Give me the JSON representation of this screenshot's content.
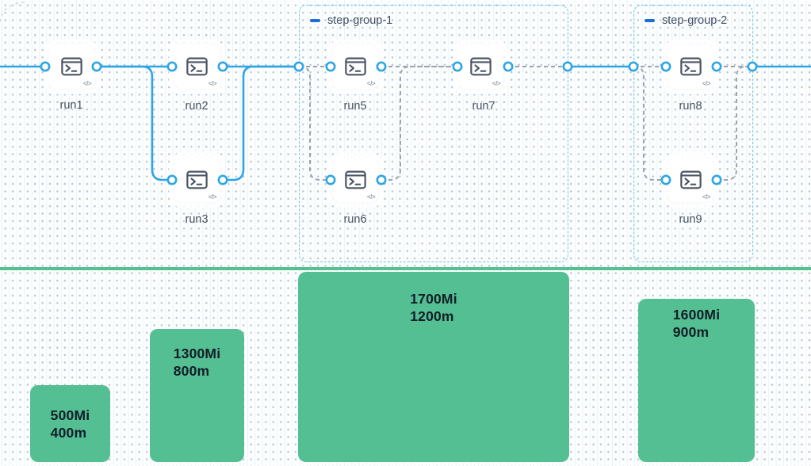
{
  "pipeline": {
    "nodes": [
      {
        "id": "run1",
        "label": "run1"
      },
      {
        "id": "run2",
        "label": "run2"
      },
      {
        "id": "run3",
        "label": "run3"
      },
      {
        "id": "run5",
        "label": "run5"
      },
      {
        "id": "run6",
        "label": "run6"
      },
      {
        "id": "run7",
        "label": "run7"
      },
      {
        "id": "run8",
        "label": "run8"
      },
      {
        "id": "run9",
        "label": "run9"
      }
    ],
    "groups": [
      {
        "label": "step-group-1"
      },
      {
        "label": "step-group-2"
      }
    ],
    "node_icon": "terminal-icon",
    "node_badge_icon": "code-icon",
    "code_badge_text": "</>"
  },
  "chart_data": {
    "type": "bar",
    "description": "resource usage bars under pipeline steps",
    "bars": [
      {
        "memory": "500Mi",
        "cpu": "400m"
      },
      {
        "memory": "1300Mi",
        "cpu": "800m"
      },
      {
        "memory": "1700Mi",
        "cpu": "1200m"
      },
      {
        "memory": "1600Mi",
        "cpu": "900m"
      }
    ]
  },
  "colors": {
    "edge_blue": "#2ea6e4",
    "edge_gray_dashed": "#9ca3af",
    "group_border": "#6fc6ef",
    "group_dash_icon": "#1d6fd8",
    "port_ring": "#2ea6e4",
    "bar_green": "#53bf92",
    "divider_green": "#56c190",
    "node_icon_color": "#4b5563",
    "label_text": "#43505f",
    "bar_text": "#131d28"
  }
}
